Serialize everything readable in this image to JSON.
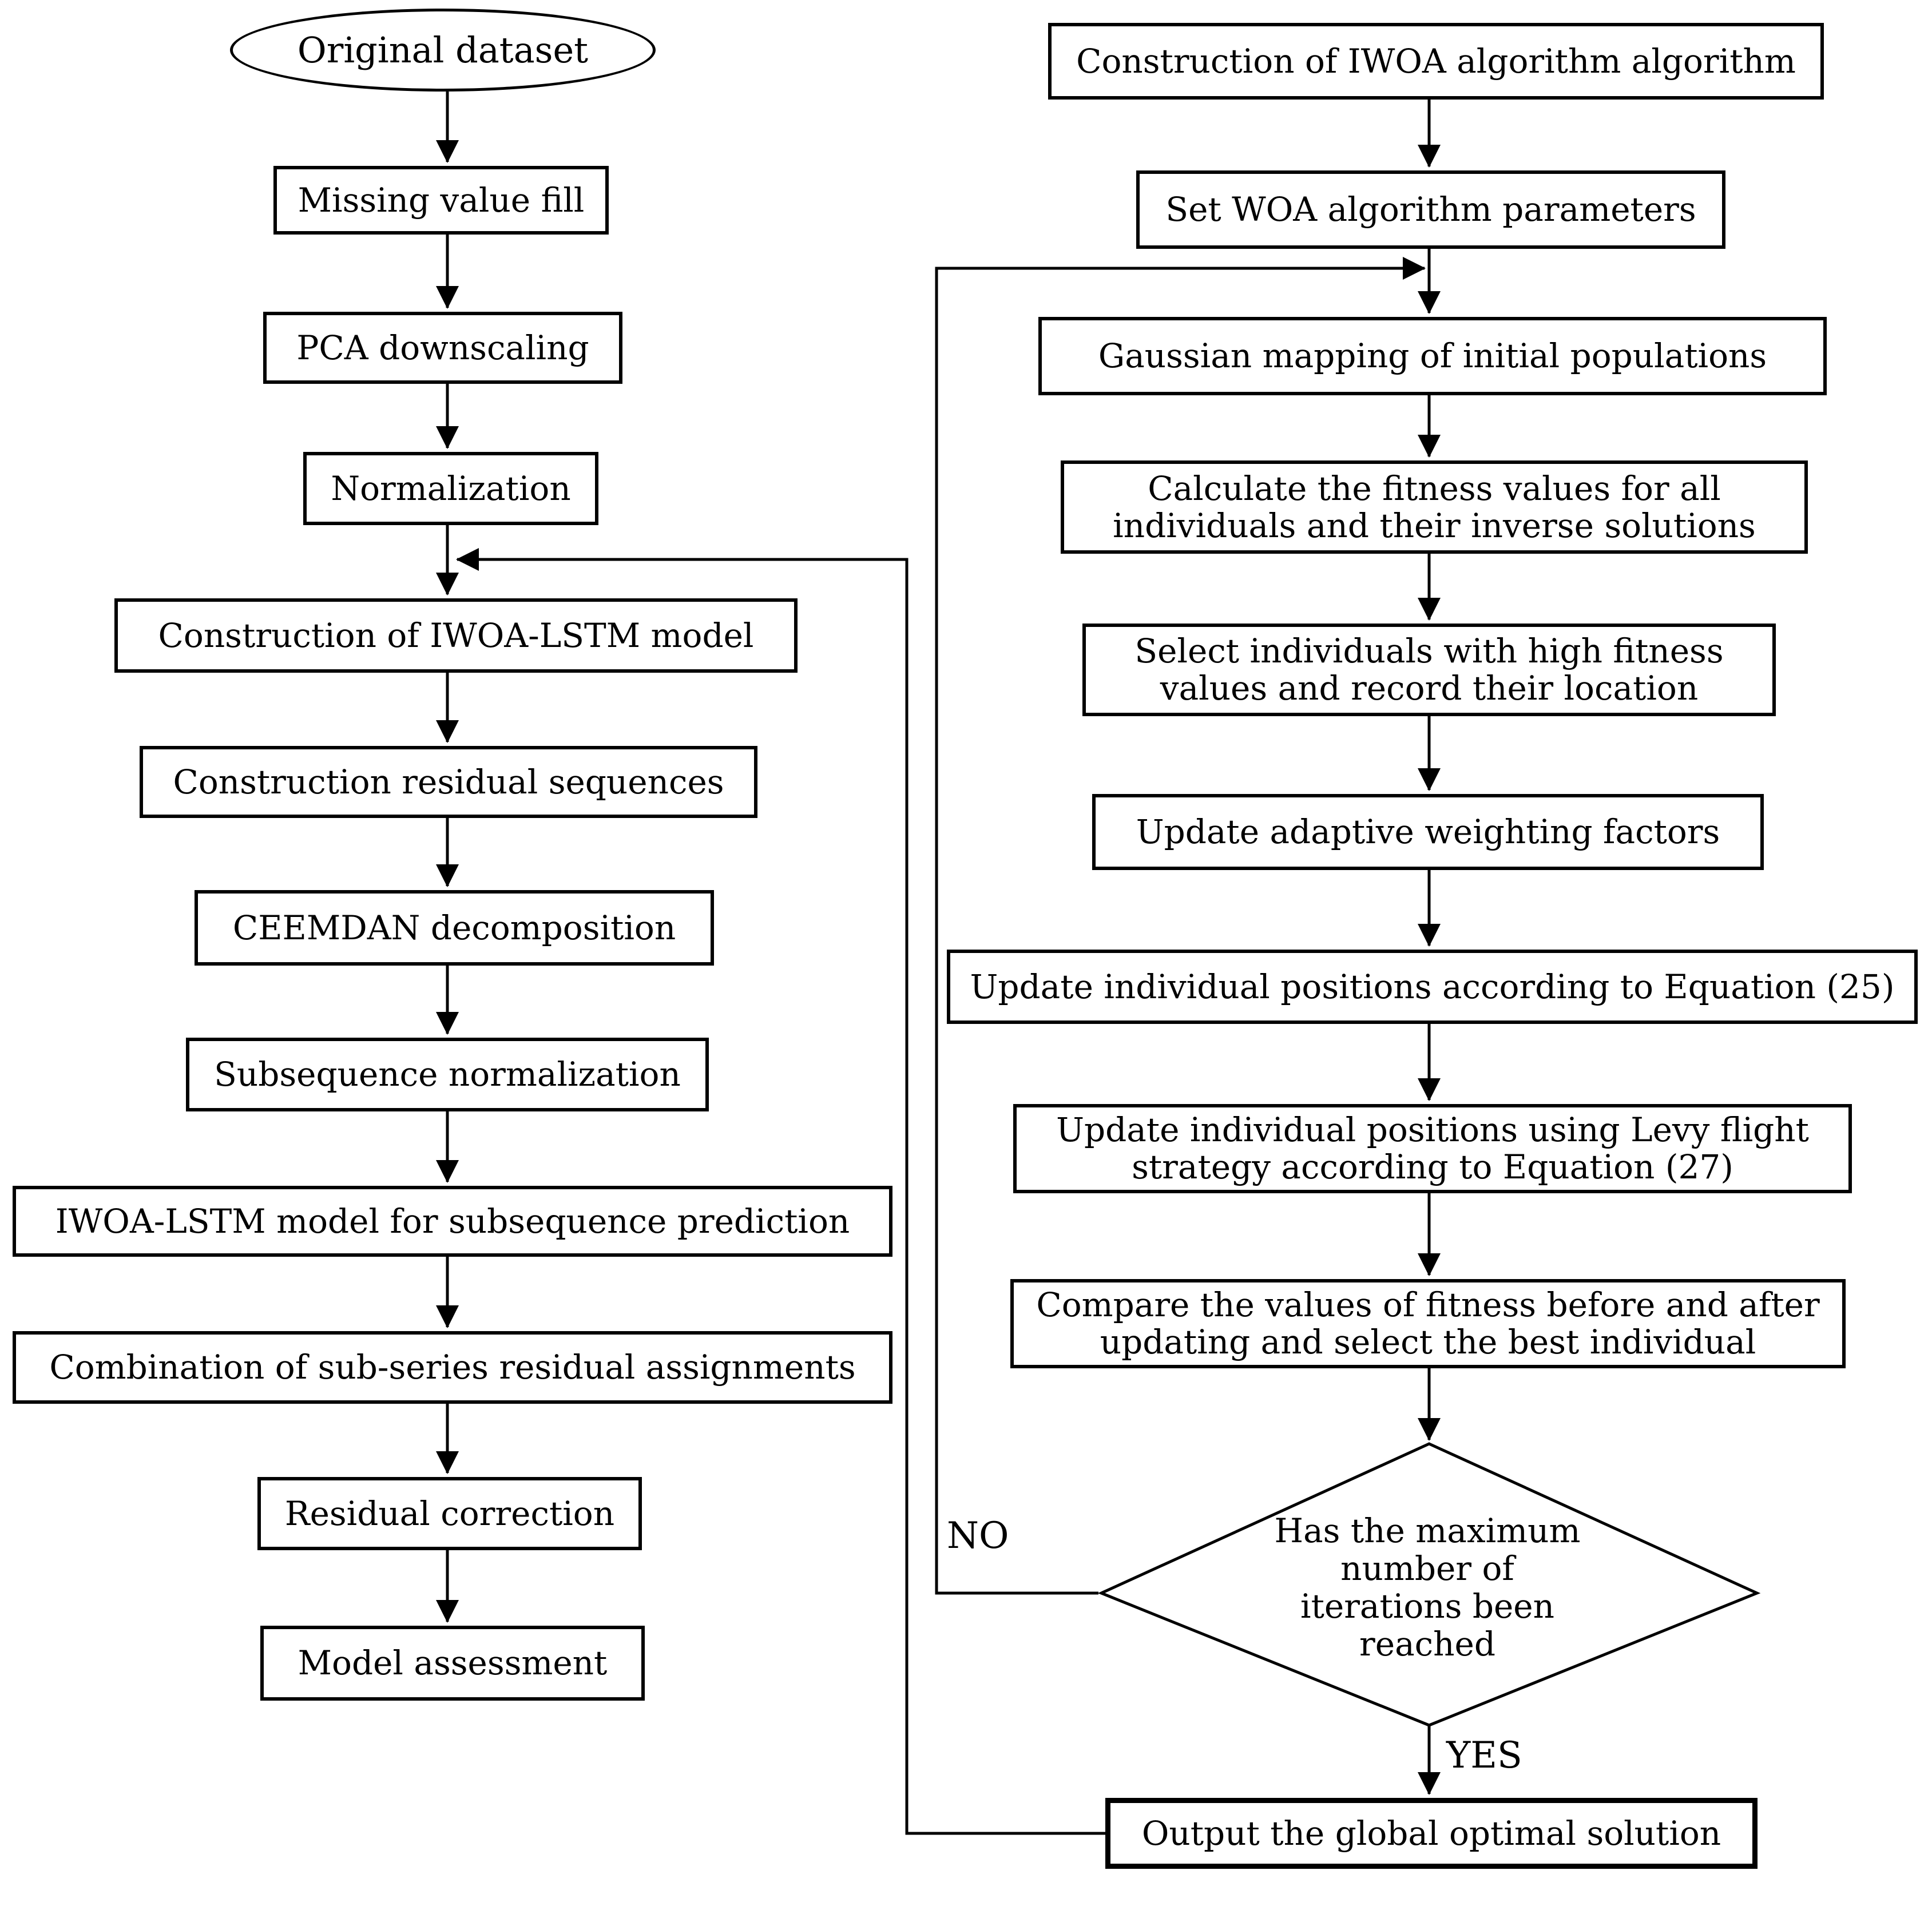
{
  "colors": {
    "background": "#ffffff",
    "line": "#000000",
    "box_fill": "#ffffff",
    "text": "#000000"
  },
  "left_column": [
    "Original dataset",
    "Missing value fill",
    "PCA downscaling",
    "Normalization",
    "Construction of IWOA-LSTM model",
    "Construction residual sequences",
    "CEEMDAN decomposition",
    "Subsequence normalization",
    "IWOA-LSTM model for subsequence prediction",
    "Combination of sub-series residual assignments",
    "Residual correction",
    "Model assessment"
  ],
  "right_column": [
    "Construction of IWOA algorithm algorithm",
    "Set WOA algorithm parameters",
    "Gaussian mapping of initial populations",
    "Calculate the fitness values for all\nindividuals and their inverse solutions",
    "Select individuals with high fitness\nvalues and record their location",
    "Update adaptive weighting factors",
    "Update individual positions according to Equation (25)",
    "Update individual positions using Levy flight\nstrategy according to Equation (27)",
    "Compare the values of fitness before and after\nupdating and select the best individual"
  ],
  "decision": "Has the maximum\nnumber of\niterations been\nreached",
  "output": "Output the global optimal solution",
  "branch_labels": {
    "no": "NO",
    "yes": "YES"
  }
}
